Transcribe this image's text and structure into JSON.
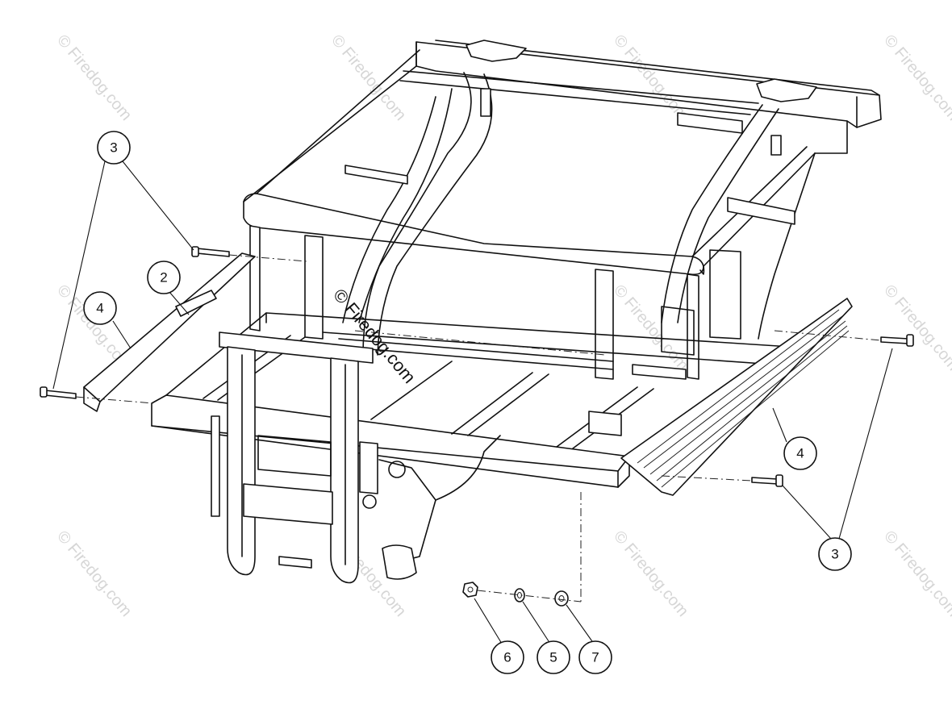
{
  "watermark": {
    "text": "© Firedog.com"
  },
  "center_watermark": {
    "text": "© Firedog.com"
  },
  "callouts": [
    {
      "id": "c3a",
      "label": "3"
    },
    {
      "id": "c2",
      "label": "2"
    },
    {
      "id": "c4a",
      "label": "4"
    },
    {
      "id": "c4b",
      "label": "4"
    },
    {
      "id": "c3b",
      "label": "3"
    },
    {
      "id": "c6",
      "label": "6"
    },
    {
      "id": "c5",
      "label": "5"
    },
    {
      "id": "c7",
      "label": "7"
    }
  ]
}
